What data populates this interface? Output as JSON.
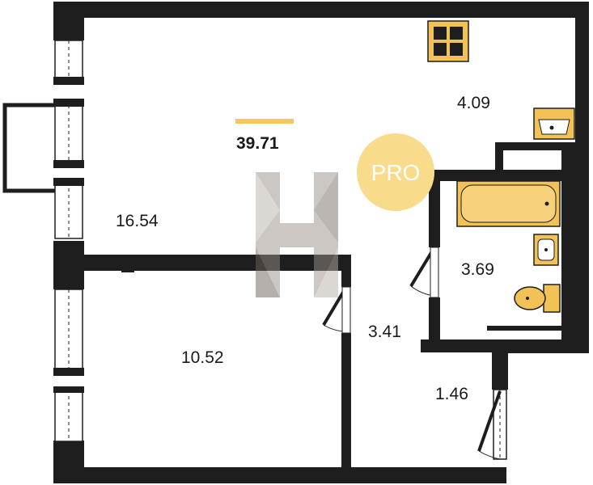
{
  "plan": {
    "total_area": "39.71",
    "badge": "PRO",
    "rooms": {
      "living": "16.54",
      "kitchen": "4.09",
      "bedroom": "10.52",
      "hall": "3.41",
      "bathroom": "3.69",
      "balcony": "1.46"
    },
    "colors": {
      "wall": "#1e1e1e",
      "accent": "#f5c65a",
      "badge": "#f8dc8c",
      "fixture": "#f2c257",
      "watermark": "#8a7f74"
    }
  }
}
